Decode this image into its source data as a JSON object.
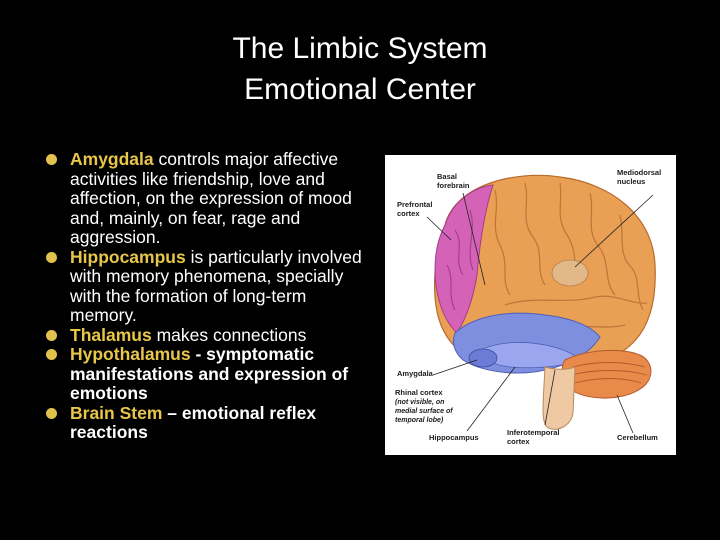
{
  "slide": {
    "title_line1": "The Limbic System",
    "title_line2": "Emotional Center"
  },
  "bullets": [
    {
      "term": "Amygdala",
      "text": " controls major affective activities like friendship, love and affection, on the expression of mood and, mainly, on fear, rage and aggression."
    },
    {
      "term": "Hippocampus",
      "text": " is particularly involved with memory phenomena, specially with the formation of long-term memory."
    },
    {
      "term": "Thalamus",
      "text": " makes connections"
    },
    {
      "term": "Hypothalamus",
      "text": " - symptomatic manifestations and expression of emotions"
    },
    {
      "term": "Brain Stem",
      "text": " – emotional reflex reactions"
    }
  ],
  "figure": {
    "labels": {
      "basal_forebrain_1": "Basal",
      "basal_forebrain_2": "forebrain",
      "mediodorsal_1": "Mediodorsal",
      "mediodorsal_2": "nucleus",
      "prefrontal_1": "Prefrontal",
      "prefrontal_2": "cortex",
      "amygdala": "Amygdala",
      "rhinal_1": "Rhinal cortex",
      "rhinal_2": "(not visible, on",
      "rhinal_3": "medial surface of",
      "rhinal_4": "temporal lobe)",
      "hippocampus": "Hippocampus",
      "inferotemporal_1": "Inferotemporal",
      "inferotemporal_2": "cortex",
      "cerebellum": "Cerebellum"
    }
  },
  "colors": {
    "background": "#000000",
    "text": "#ffffff",
    "highlight": "#e8c64a",
    "bullet": "#e0c24c",
    "cortex": "#e9a055",
    "prefrontal": "#d463b8",
    "limbic_blue": "#7f8fe0",
    "cerebellum": "#e78a4a"
  }
}
